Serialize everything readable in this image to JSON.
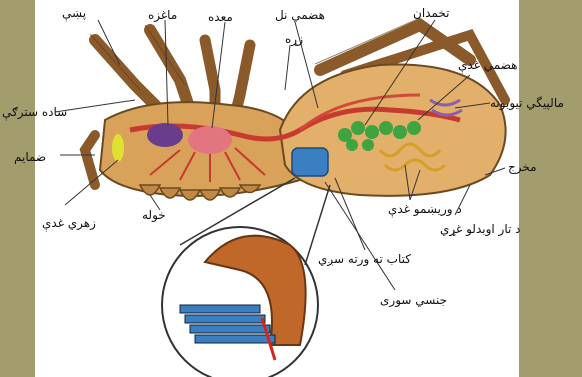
{
  "labels": {
    "legs": "پښې",
    "brain": "ماغزه",
    "stomach": "معده",
    "esophagus": "هضمي نل",
    "heart": "زړه",
    "ovary": "تخمدان",
    "digestive_gland": "هضمي غدې",
    "malpighian_tubules": "مالپيگي تيوبونه",
    "simple_eyes": "ساده سترګې",
    "appendages": "ضمايم",
    "mouth_jaw": "خوله",
    "poison_gland": "زهري غدې",
    "excretory": "مخرج",
    "silk_glands": "د وريښمو غدې",
    "spinnerets": "د تار اوبدلو غړي",
    "book_lung": "کتاب ته ورته سږي",
    "genital_opening": "جنسي سوری"
  },
  "colors": {
    "background": "#a39d6e",
    "panel": "#ffffff",
    "body": "#d9a25a",
    "leg": "#8a5a2b",
    "gut": "#c73a2f",
    "gland": "#3fa33f",
    "lung": "#3a7fc2"
  }
}
